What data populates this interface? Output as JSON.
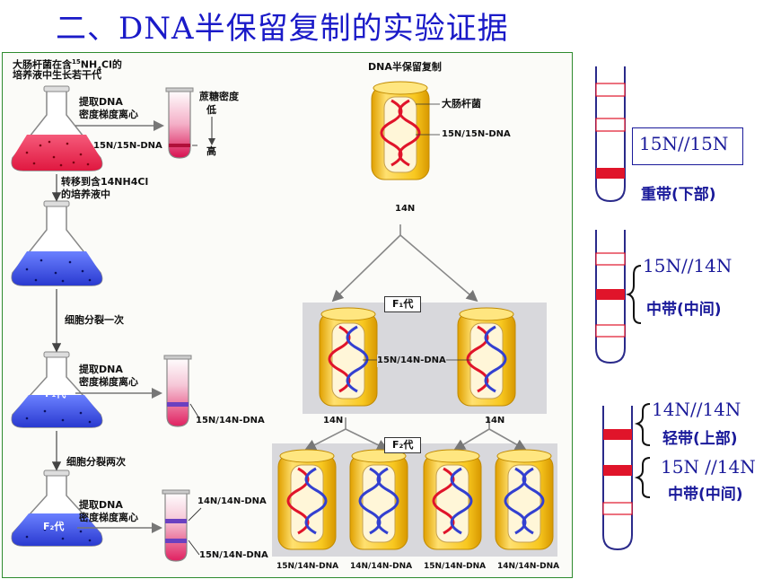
{
  "title": "二、DNA半保留复制的实验证据",
  "left": {
    "caption_l1": "大肠杆菌在含",
    "caption_sup": "15",
    "caption_l1b": "NH",
    "caption_sub": "4",
    "caption_l1c": "Cl的",
    "caption_l2": "培养液中生长若干代",
    "extract_l1": "提取DNA",
    "extract_l2": "密度梯度离心",
    "density_title": "蔗糖密度",
    "density_low": "低",
    "density_high": "高",
    "band_15": "15N/15N-DNA",
    "transfer_l1": "转移到含14NH4Cl",
    "transfer_l2": "的培养液中",
    "divide_once": "细胞分裂一次",
    "f1_label": "F₁代",
    "band_hybrid": "15N/14N-DNA",
    "divide_twice": "细胞分裂两次",
    "f2_label": "F₂代",
    "band_light": "14N/14N-DNA"
  },
  "middle": {
    "title": "DNA半保留复制",
    "bacterium": "大肠杆菌",
    "n15n15": "15N/15N-DNA",
    "n14": "14N",
    "f1_title": "F₁代",
    "f1_dna": "15N/14N-DNA",
    "f2_title": "F₂代",
    "f2_labels": [
      "15N/14N-DNA",
      "14N/14N-DNA",
      "15N/14N-DNA",
      "14N/14N-DNA"
    ]
  },
  "right": {
    "t1_label": "15N//15N",
    "t1_band": "重带(下部)",
    "t2_label": "15N//14N",
    "t2_band": "中带(中间)",
    "t3_label1": "14N//14N",
    "t3_band1": "轻带(上部)",
    "t3_label2": "15N //14N",
    "t3_band2": "中带(中间)"
  },
  "colors": {
    "heavy": "#e0142a",
    "light_medium": "#3340d0",
    "panel_border": "#2e8b2e",
    "cylinder": "#f2c21a"
  }
}
